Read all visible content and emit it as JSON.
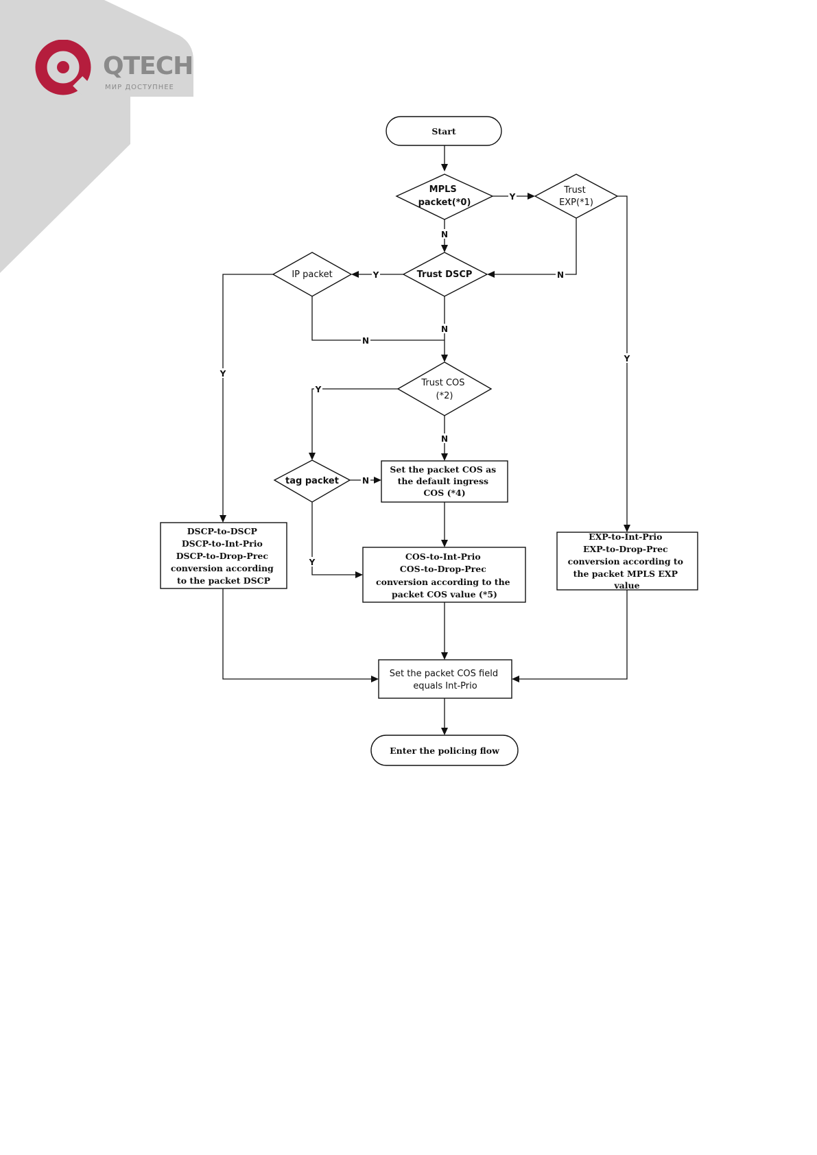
{
  "brand": {
    "name": "QTECH",
    "tagline": "МИР ДОСТУПНЕЕ",
    "colors": {
      "logo_red": "#b51d3d",
      "logo_grey": "#8a8a8a",
      "corner_grey": "#d6d6d6"
    }
  },
  "flowchart": {
    "nodes": {
      "start": "Start",
      "mpls": [
        "MPLS",
        "packet(*0)"
      ],
      "trust_exp": [
        "Trust",
        "EXP(*1)"
      ],
      "trust_dscp": "Trust DSCP",
      "ip_packet": "IP packet",
      "trust_cos": [
        "Trust COS",
        "(*2)"
      ],
      "tag_packet": "tag packet",
      "set_default_cos": [
        "Set the packet COS as",
        "the default ingress",
        "COS (*4)"
      ],
      "dscp_conversion": [
        "DSCP-to-DSCP",
        "DSCP-to-Int-Prio",
        "DSCP-to-Drop-Prec",
        "conversion according",
        "to the packet DSCP"
      ],
      "cos_conversion": [
        "COS-to-Int-Prio",
        "COS-to-Drop-Prec",
        "conversion according to the",
        "packet COS value (*5)"
      ],
      "exp_conversion": [
        "EXP-to-Int-Prio",
        "EXP-to-Drop-Prec",
        "conversion according to",
        "the packet MPLS EXP",
        "value"
      ],
      "set_cos_field": [
        "Set the packet COS field",
        "equals Int-Prio"
      ],
      "end": "Enter the policing flow"
    },
    "edge_labels": {
      "mpls_yes": "Y",
      "mpls_no": "N",
      "exp_no": "N",
      "exp_yes": "Y",
      "dscp_yes": "Y",
      "dscp_no": "N",
      "ip_yes": "Y",
      "ip_no": "N",
      "cos_yes": "Y",
      "cos_no": "N",
      "tag_no": "N",
      "tag_yes": "Y"
    }
  }
}
